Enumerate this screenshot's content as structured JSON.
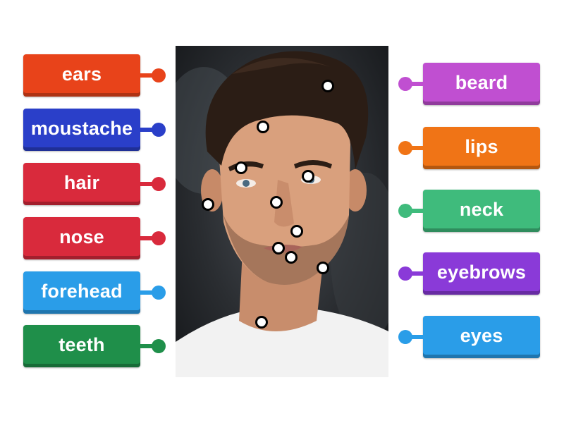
{
  "left_labels": [
    {
      "text": "ears",
      "color": "#e8431a"
    },
    {
      "text": "moustache",
      "color": "#2a3fc9"
    },
    {
      "text": "hair",
      "color": "#d92a3c"
    },
    {
      "text": "nose",
      "color": "#d92a3c"
    },
    {
      "text": "forehead",
      "color": "#2a9de8"
    },
    {
      "text": "teeth",
      "color": "#1f8f4a"
    }
  ],
  "right_labels": [
    {
      "text": "beard",
      "color": "#c04fd1"
    },
    {
      "text": "lips",
      "color": "#f07416"
    },
    {
      "text": "neck",
      "color": "#3fbb7c"
    },
    {
      "text": "eyebrows",
      "color": "#8a3ad8"
    },
    {
      "text": "eyes",
      "color": "#2a9de8"
    }
  ],
  "image": {
    "subject": "man-portrait-photo"
  },
  "pin_count": 11
}
